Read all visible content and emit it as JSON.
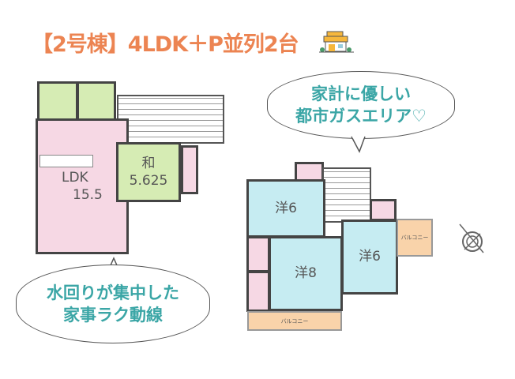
{
  "title": "【2号棟】4LDK＋P並列2台",
  "icons": {
    "house": "house-icon",
    "compass": "compass-icon"
  },
  "colors": {
    "title": "#ec8452",
    "bubble_text": "#3ba6a6",
    "ldk": "#f6d8e4",
    "washitsu": "#d6ecb4",
    "western": "#c6ecf2",
    "balcony": "#f9d3aa"
  },
  "floor1": {
    "ldk": {
      "name": "LDK",
      "size": "15.5"
    },
    "washitsu": {
      "name": "和",
      "size": "5.625"
    }
  },
  "floor2": {
    "room_a": {
      "name": "洋6"
    },
    "room_b": {
      "name": "洋8"
    },
    "room_c": {
      "name": "洋6"
    },
    "balcony_bottom": "バルコニー",
    "balcony_right": "バルコニー"
  },
  "bubbles": {
    "left": [
      "水回りが集中した",
      "家事ラク動線"
    ],
    "right": [
      "家計に優しい",
      "都市ガスエリア♡"
    ]
  }
}
